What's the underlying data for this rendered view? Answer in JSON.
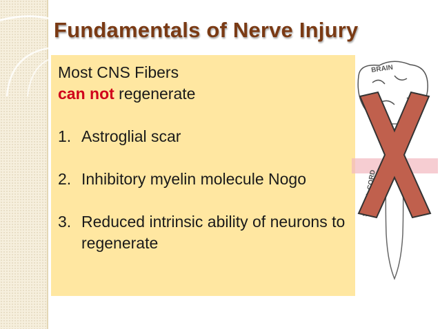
{
  "slide": {
    "title": "Fundamentals of Nerve Injury",
    "intro_line1": "Most CNS Fibers",
    "intro_emphasis": "can not",
    "intro_rest": " regenerate",
    "items": [
      {
        "number": "1.",
        "text": "Astroglial scar"
      },
      {
        "number": "2.",
        "text": "Inhibitory myelin molecule Nogo"
      },
      {
        "number": "3.",
        "text": "Reduced intrinsic ability of neurons to regenerate"
      }
    ]
  },
  "illustration": {
    "brain_label": "BRAIN",
    "spinal_label": "SPINAL CORD",
    "cross_color": "#c0604d"
  },
  "colors": {
    "title": "#7a3a14",
    "box_background": "#ffe7a1",
    "emphasis": "#d0021b",
    "left_band": "#f6efdd"
  }
}
